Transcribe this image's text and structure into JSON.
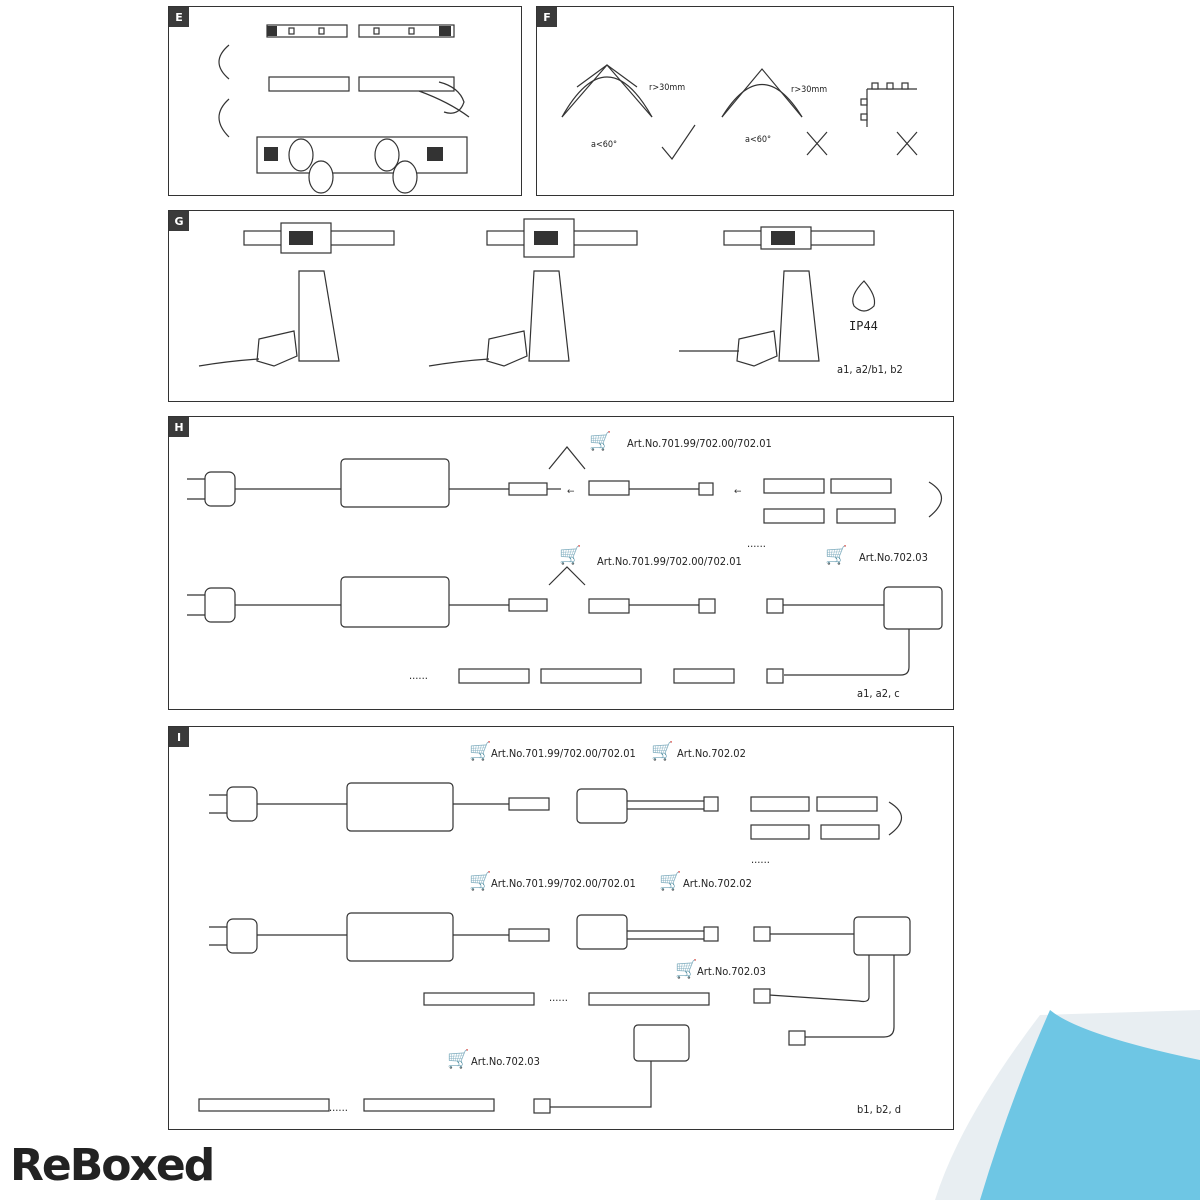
{
  "panels": {
    "e": {
      "label": "E"
    },
    "f": {
      "label": "F",
      "radius_text": "r>30mm",
      "angle_text": "a<60°"
    },
    "g": {
      "label": "G",
      "ip_text": "IP44",
      "variants": "a1, a2/b1, b2"
    },
    "h": {
      "label": "H",
      "art_a": "Art.No.701.99/702.00/702.01",
      "art_b": "Art.No.702.03",
      "variants": "a1, a2, c",
      "ellipsis": "......"
    },
    "i": {
      "label": "I",
      "art_a": "Art.No.701.99/702.00/702.01",
      "art_b": "Art.No.702.02",
      "art_c": "Art.No.702.03",
      "variants": "b1, b2, d",
      "ellipsis": "......"
    }
  },
  "brand": {
    "logo_text": "ReBoxed",
    "corner_color": "#6ec6e4"
  },
  "icons": [
    "cart-icon",
    "plug-icon",
    "power-adapter-icon",
    "heat-gun-icon",
    "water-drop-icon",
    "check-icon",
    "cross-icon",
    "curved-arrow-icon"
  ]
}
